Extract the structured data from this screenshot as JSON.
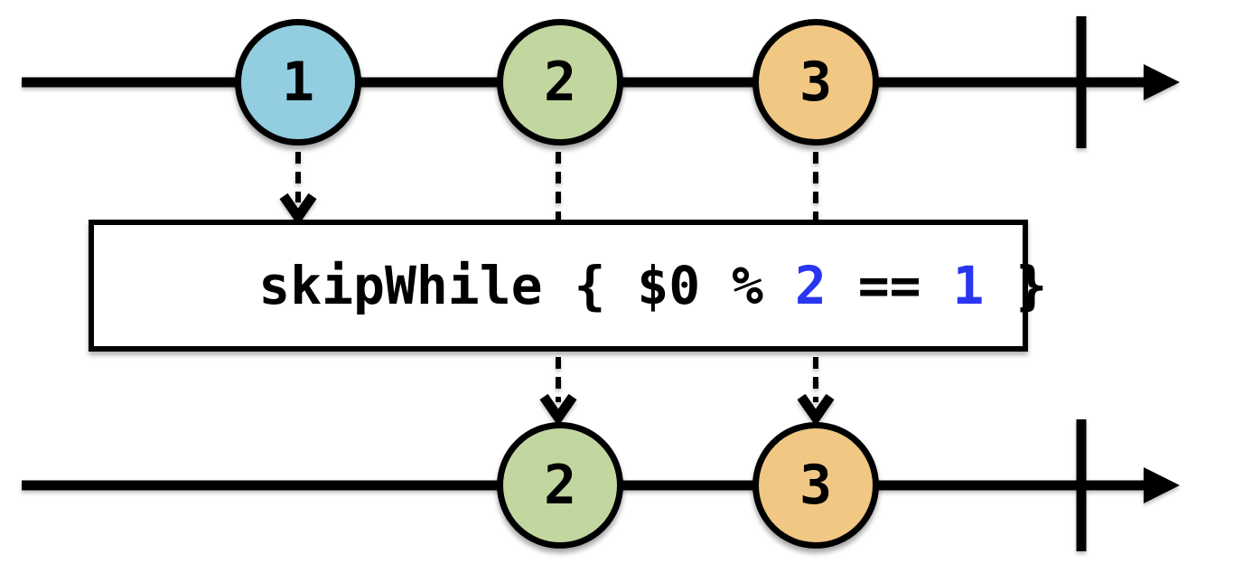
{
  "diagram": {
    "type": "marble-diagram",
    "operator_full_code": "skipWhile { $0 % 2 == 1 }",
    "colors": {
      "background": "#ffffff",
      "line": "#000000",
      "marble_blue": "#92cde0",
      "marble_green": "#c2d6a0",
      "marble_orange": "#f0c783",
      "code_literal_blue": "#2836f0",
      "code_text": "#000000"
    },
    "input_stream": {
      "events": [
        {
          "label": "1",
          "color": "#92cde0"
        },
        {
          "label": "2",
          "color": "#c2d6a0"
        },
        {
          "label": "3",
          "color": "#f0c783"
        }
      ]
    },
    "operator": {
      "segments": [
        {
          "text": "skipWhile { $0 % ",
          "color": "#000000"
        },
        {
          "text": "2",
          "color": "#2836f0"
        },
        {
          "text": " == ",
          "color": "#000000"
        },
        {
          "text": "1",
          "color": "#2836f0"
        },
        {
          "text": " }",
          "color": "#000000"
        }
      ]
    },
    "output_stream": {
      "events": [
        {
          "label": "2",
          "color": "#c2d6a0"
        },
        {
          "label": "3",
          "color": "#f0c783"
        }
      ]
    }
  }
}
